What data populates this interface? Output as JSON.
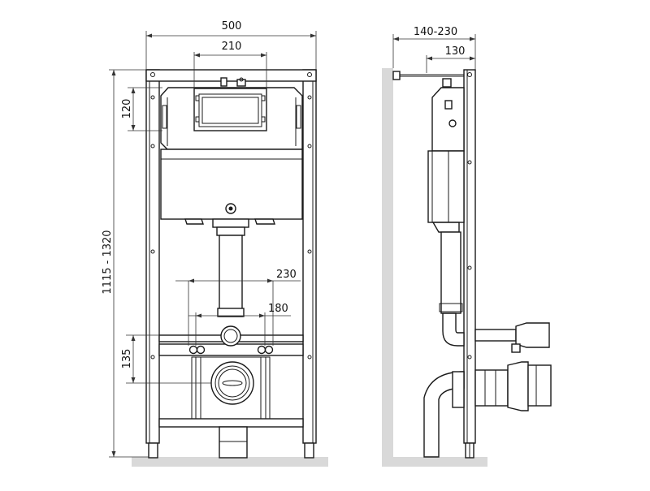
{
  "front_view": {
    "dim_total_width": "500",
    "dim_plate_width": "210",
    "dim_plate_height": "120",
    "dim_total_height": "1115 - 1320",
    "dim_inlet_outer": "230",
    "dim_inlet_inner": "180",
    "dim_outlet_height": "135"
  },
  "side_view": {
    "dim_depth_range": "140-230",
    "dim_depth_fixed": "130"
  },
  "colors": {
    "line": "#1a1a1a",
    "floor": "#d9d9d9"
  }
}
